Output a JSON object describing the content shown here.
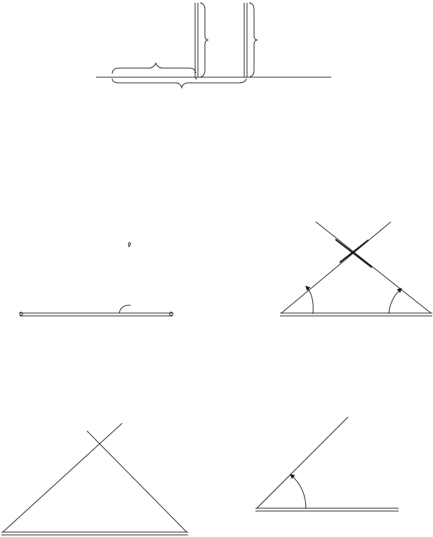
{
  "page": {
    "background": "#ffffff",
    "ink_color": "#1a1a1a"
  },
  "panels": [
    {
      "id": "braced-segments",
      "description_icon": "brace-icon"
    },
    {
      "id": "ruler-line",
      "description_icon": "ruler-icon"
    },
    {
      "id": "crossing-lines-with-angles",
      "description_icon": "angle-arc-icon"
    },
    {
      "id": "triangle-construction",
      "description_icon": "triangle-icon"
    },
    {
      "id": "single-angle",
      "description_icon": "angle-arc-icon"
    }
  ]
}
